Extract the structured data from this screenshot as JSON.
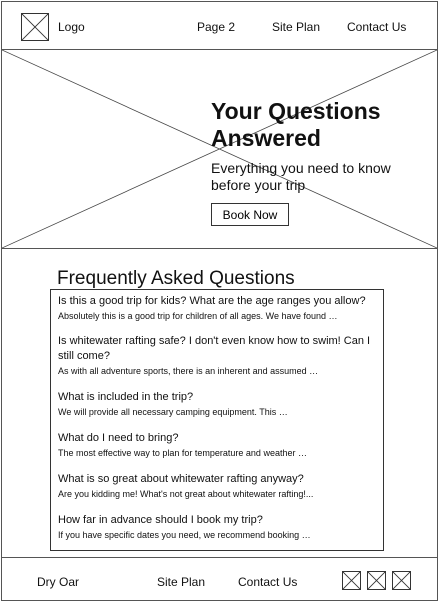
{
  "header": {
    "logo_label": "Logo",
    "nav": [
      "Page 2",
      "Site Plan",
      "Contact Us"
    ]
  },
  "hero": {
    "title": "Your Questions Answered",
    "subtitle": "Everything you need to know before your trip",
    "button_label": "Book Now"
  },
  "faq": {
    "heading": "Frequently Asked Questions",
    "items": [
      {
        "q": "Is this a good trip for kids? What are the age ranges you allow?",
        "a": "Absolutely this is a good trip for children of all ages. We have found …"
      },
      {
        "q": "Is whitewater rafting safe? I don't even know how to swim! Can I still come?",
        "a": "As with all adventure sports, there is an inherent and assumed …"
      },
      {
        "q": "What is included in the trip?",
        "a": "We will provide all necessary camping equipment. This …"
      },
      {
        "q": "What do I need to bring?",
        "a": "The most effective way to plan for temperature and weather …"
      },
      {
        "q": "What is so great about whitewater rafting anyway?",
        "a": "Are you kidding me! What's not great about whitewater rafting!..."
      },
      {
        "q": "How far in advance should I book my trip?",
        "a": "If you have specific dates you need, we recommend booking …"
      }
    ]
  },
  "footer": {
    "brand": "Dry Oar",
    "links": [
      "Site Plan",
      "Contact Us"
    ]
  }
}
